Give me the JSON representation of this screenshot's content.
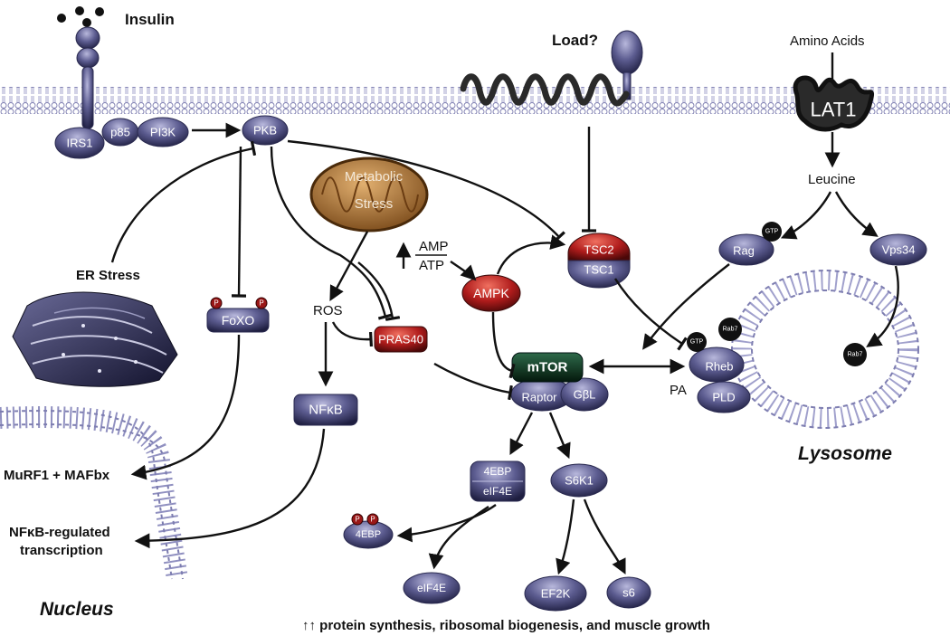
{
  "labels": {
    "insulin": "Insulin",
    "load": "Load?",
    "amino_acids": "Amino Acids",
    "lat1": "LAT1",
    "leucine": "Leucine",
    "irs1": "IRS1",
    "p85": "p85",
    "pi3k": "PI3K",
    "pkb": "PKB",
    "metabolic_stress_1": "Metabolic",
    "metabolic_stress_2": "Stress",
    "amp": "AMP",
    "atp": "ATP",
    "tsc2": "TSC2",
    "tsc1": "TSC1",
    "ampk": "AMPK",
    "er_stress": "ER Stress",
    "foxo": "FoXO",
    "ros": "ROS",
    "pras40": "PRAS40",
    "nfkb": "NFκB",
    "mtor": "mTOR",
    "raptor": "Raptor",
    "gbl": "GβL",
    "rag": "Rag",
    "gtp": "GTP",
    "vps34": "Vps34",
    "rab7": "Rab7",
    "rheb": "Rheb",
    "pld": "PLD",
    "pa": "PA",
    "p": "P",
    "lysosome": "Lysosome",
    "murf1": "MuRF1 + MAFbx",
    "nfkb_reg_1": "NFκB-regulated",
    "nfkb_reg_2": "transcription",
    "nucleus": "Nucleus",
    "ebp4": "4EBP",
    "eif4e": "eIF4E",
    "s6k1": "S6K1",
    "ef2k": "EF2K",
    "s6": "s6",
    "footer": "↑↑ protein synthesis, ribosomal biogenesis, and muscle growth"
  },
  "colors": {
    "protein_fill": "#5a5a8a",
    "protein_edge": "#2a2a50",
    "red_protein": "#a51d1d",
    "mtor_fill": "#0c2a1a",
    "mito_fill": "#b07a3a",
    "membrane": "#8888bb",
    "ink": "#111111"
  }
}
